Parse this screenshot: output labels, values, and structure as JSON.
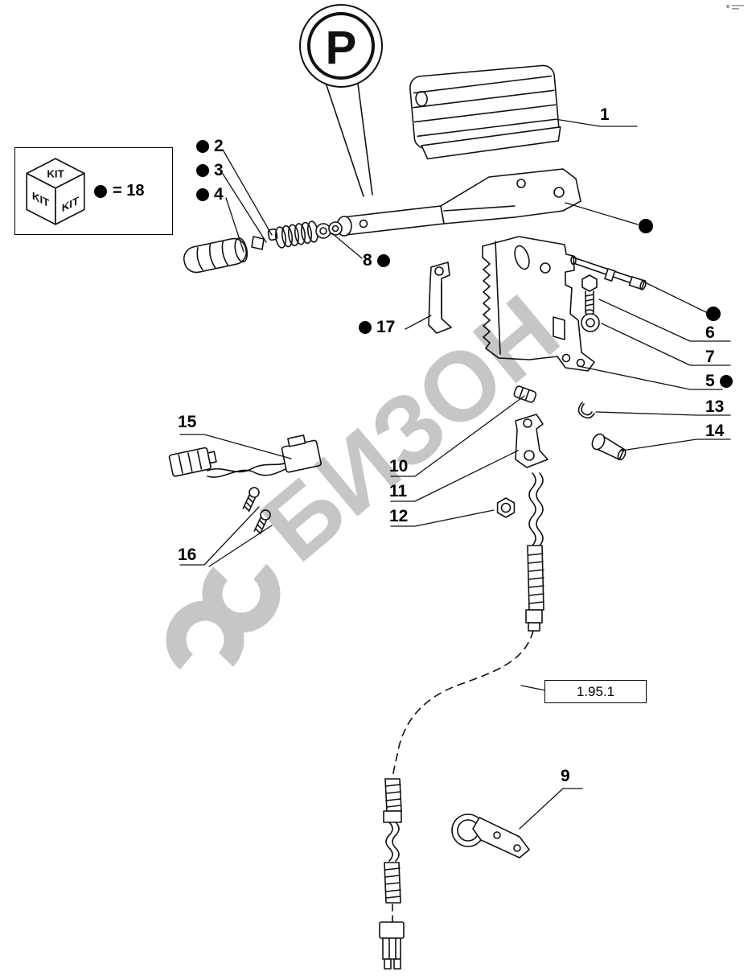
{
  "watermark": {
    "text": "БИЗОН"
  },
  "parking_symbol": {
    "letter": "P"
  },
  "kit_box": {
    "kit": "KIT",
    "equals": "= 18"
  },
  "ref_box": {
    "label": "1.95.1"
  },
  "callouts": {
    "c1": "1",
    "c2": "2",
    "c3": "3",
    "c4": "4",
    "c5": "5",
    "c6": "6",
    "c7": "7",
    "c8": "8",
    "c9": "9",
    "c10": "10",
    "c11": "11",
    "c12": "12",
    "c13": "13",
    "c14": "14",
    "c15": "15",
    "c16": "16",
    "c17": "17"
  }
}
